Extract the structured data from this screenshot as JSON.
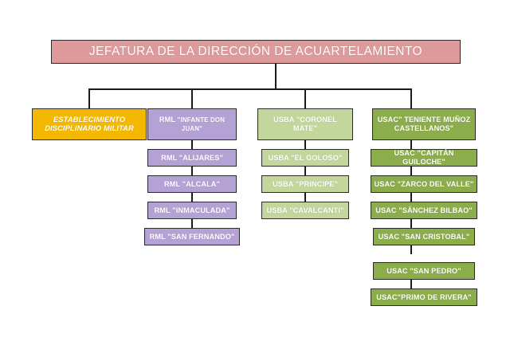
{
  "document": {
    "type": "organizational-chart",
    "title": "JEFATURA DE LA DIRECCIÓN DE ACUARTELAMIENTO",
    "background": "#ffffff",
    "connector_color": "#1a1a1a"
  },
  "colors": {
    "root_fill": "#de9a9a",
    "establecimiento_fill": "#f5b801",
    "rml_fill": "#b4a2d4",
    "usba_fill": "#c3d69b",
    "usac_fill": "#8cad4b",
    "border": "#2b2b2b",
    "text": "#ffffff"
  },
  "root": {
    "label": "JEFATURA DE LA DIRECCIÓN DE ACUARTELAMIENTO"
  },
  "branches": [
    {
      "key": "establecimiento",
      "head": "ESTABLECIMIENTO DISCIPLINARIO MILITAR",
      "head_line1": "ESTABLECIMIENTO",
      "head_line2": "DISCIPLINARIO MILITAR",
      "children": []
    },
    {
      "key": "rml",
      "head_prefix": "RML ",
      "head_name": "\"INFANTE DON JUAN\"",
      "head": "RML \"INFANTE DON JUAN\"",
      "children": [
        {
          "label": "RML \"ALIJARES\""
        },
        {
          "label": "RML \"ALCALA\""
        },
        {
          "label": "RML \"INMACULADA\""
        },
        {
          "label": "RML \"SAN FERNANDO\""
        }
      ]
    },
    {
      "key": "usba",
      "head": "USBA \"CORONEL MATE\"",
      "children": [
        {
          "label": "USBA \"EL GOLOSO\""
        },
        {
          "label": "USBA \"PRINCIPE\""
        },
        {
          "label": "USBA \"CAVALCANTI\""
        }
      ]
    },
    {
      "key": "usac",
      "head": "USAC\" TENIENTE MUÑOZ CASTELLANOS\"",
      "head_line1": "USAC\" TENIENTE MUÑOZ",
      "head_line2": "CASTELLANOS\"",
      "children": [
        {
          "label": "USAC \"CAPITÁN GUILOCHE\""
        },
        {
          "label": "USAC \"ZARCO DEL VALLE\""
        },
        {
          "label": "USAC \"SÁNCHEZ BILBAO\""
        },
        {
          "label": "USAC \"SAN CRISTOBAL\""
        },
        {
          "label": "USAC \"SAN PEDRO\""
        },
        {
          "label": "USAC\"PRIMO DE RIVERA\""
        }
      ]
    }
  ]
}
